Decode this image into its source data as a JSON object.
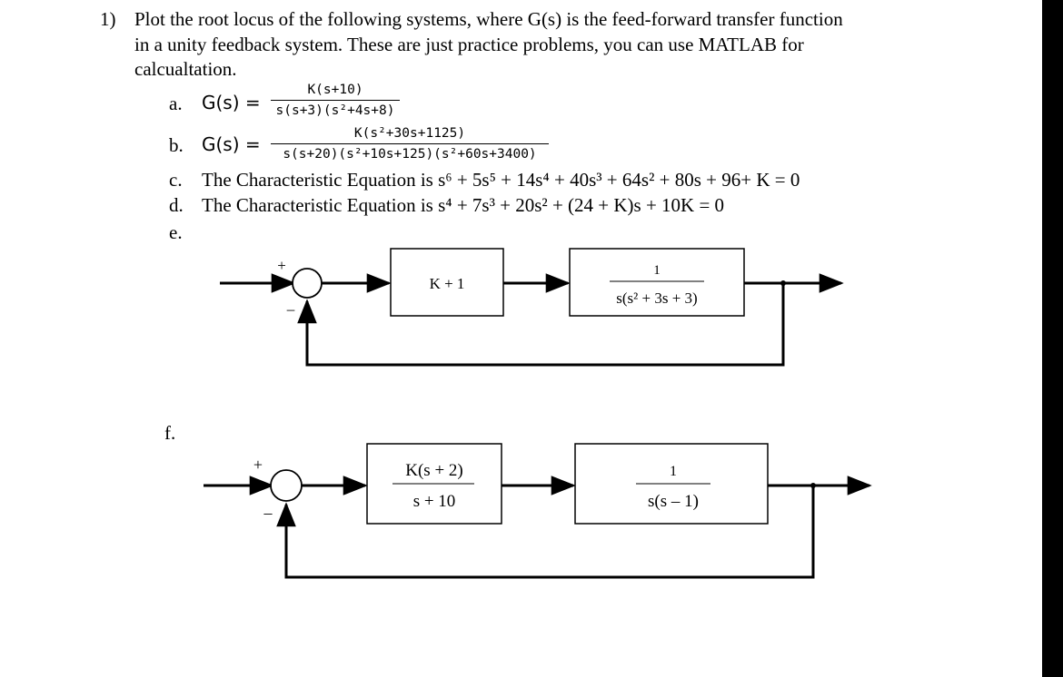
{
  "problem": {
    "number": "1)",
    "line1": "Plot the root locus of the following systems, where G(s) is the feed-forward transfer function",
    "line2": "in a unity feedback system. These are just practice problems, you can use MATLAB for",
    "line3": "calcualtation."
  },
  "parts": {
    "a": {
      "label": "a.",
      "lhs": "G(s) =",
      "num": "K(s+10)",
      "den": "s(s+3)(s²+4s+8)"
    },
    "b": {
      "label": "b.",
      "lhs": "G(s) =",
      "num": "K(s²+30s+1125)",
      "den": "s(s+20)(s²+10s+125)(s²+60s+3400)"
    },
    "c": {
      "label": "c.",
      "text": "The Characteristic Equation is s⁶ + 5s⁵ + 14s⁴ + 40s³ + 64s² + 80s + 96+ K = 0"
    },
    "d": {
      "label": "d.",
      "text": "The Characteristic Equation is s⁴ + 7s³ + 20s² + (24 + K)s + 10K = 0"
    },
    "e": {
      "label": "e.",
      "block1": "K + 1",
      "block2_num": "1",
      "block2_den": "s(s² + 3s + 3)",
      "plus": "+",
      "minus": "–"
    },
    "f": {
      "label": "f.",
      "block1_num": "K(s + 2)",
      "block1_den": "s + 10",
      "block2_num": "1",
      "block2_den": "s(s – 1)",
      "plus": "+",
      "minus": "–"
    }
  }
}
